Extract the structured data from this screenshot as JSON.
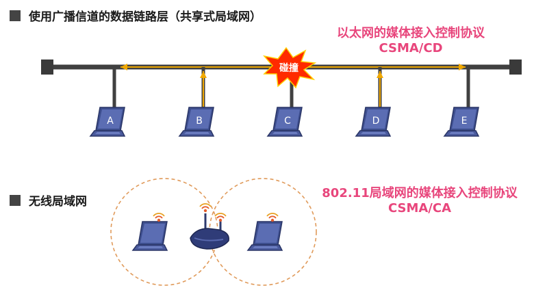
{
  "section_wired": {
    "title": "使用广播信道的数据链路层（共享式局域网）",
    "protocol_line1": "以太网的媒体接入控制协议",
    "protocol_line2": "CSMA/CD",
    "collision_label": "碰撞",
    "hosts": [
      "A",
      "B",
      "C",
      "D",
      "E"
    ]
  },
  "section_wireless": {
    "title": "无线局域网",
    "protocol_line1": "802.11局域网的媒体接入控制协议",
    "protocol_line2": "CSMA/CA"
  },
  "colors": {
    "bus": "#404040",
    "signal": "#f0a800",
    "accent_pink": "#e8467c",
    "laptop_screen": "#3e4f8f",
    "collision_burst": "#ff2a00",
    "range_circle": "#e09a5a"
  }
}
